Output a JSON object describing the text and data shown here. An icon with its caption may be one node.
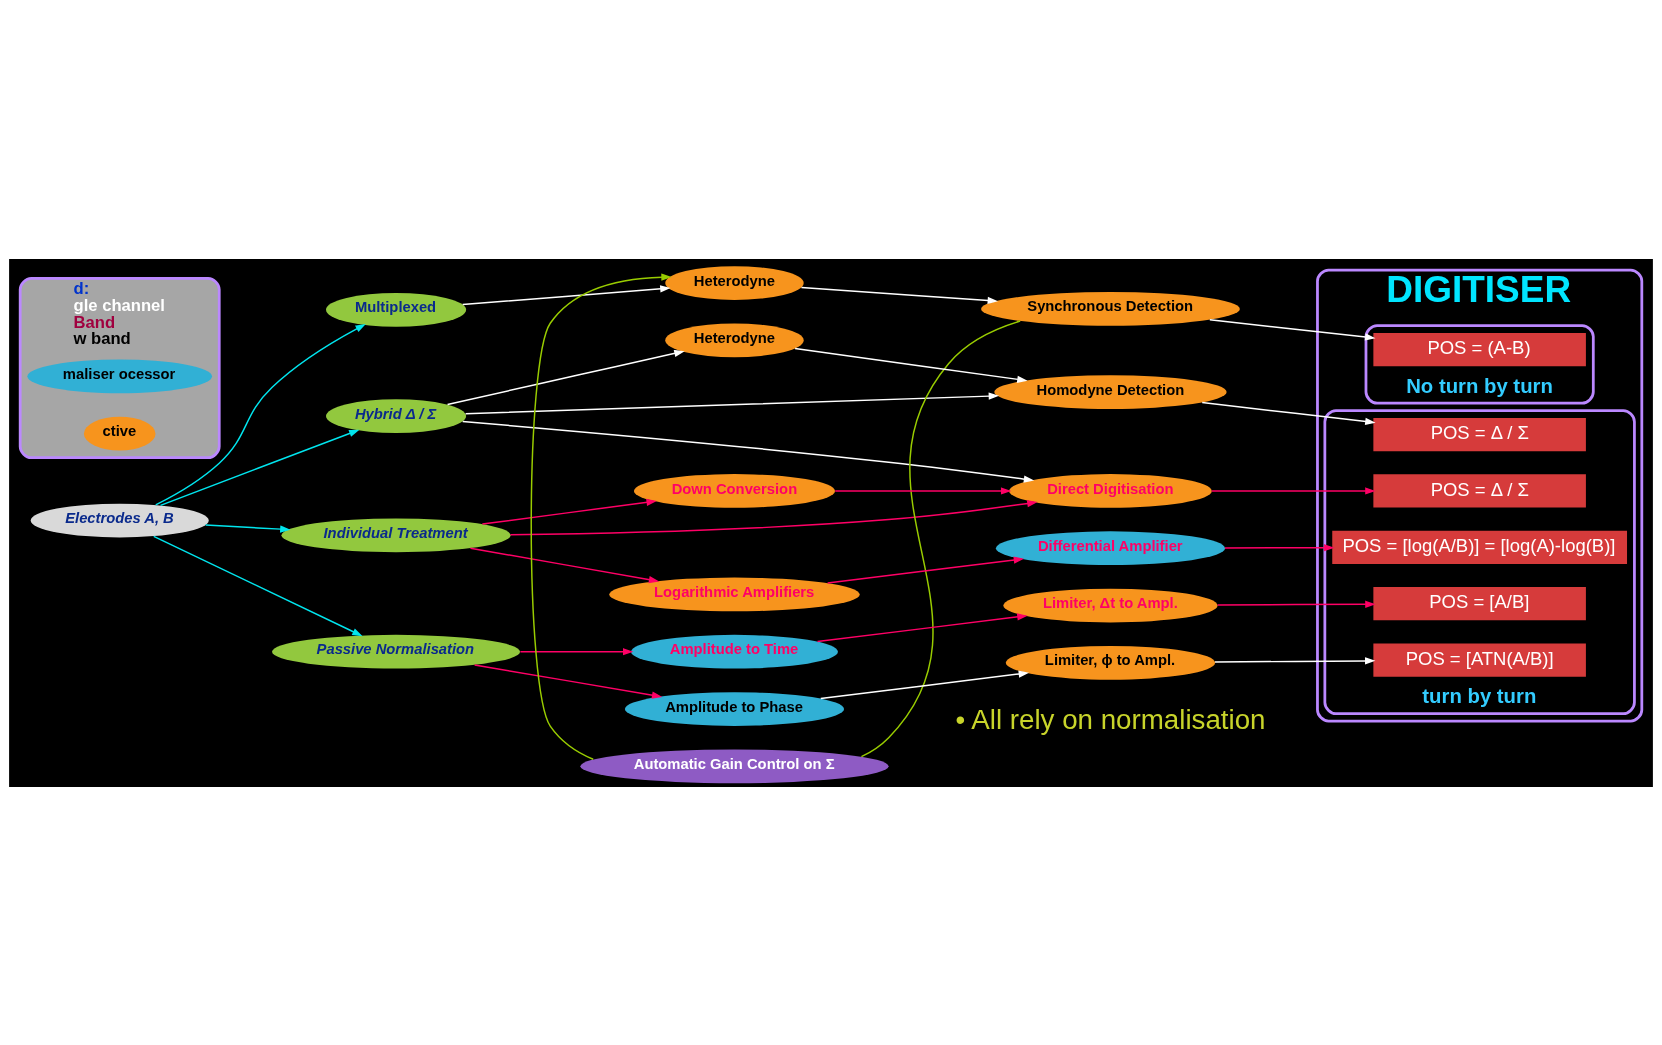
{
  "diagram": {
    "nodes": [
      {
        "text": [
          "Electrodes A, B"
        ]
      },
      {
        "text": [
          "Multiplexed"
        ]
      },
      {
        "text": [
          "Hybrid Δ / Σ"
        ]
      },
      {
        "text": [
          "Individual Treatment"
        ]
      },
      {
        "text": [
          "Passive Normalisation"
        ]
      },
      {
        "text": [
          "Automatic Gain Control on Σ"
        ]
      },
      {
        "text": [
          "Heterodyne"
        ]
      },
      {
        "text": [
          "Synchronous Detection"
        ]
      },
      {
        "text": [
          "Heterodyne"
        ]
      },
      {
        "text": [
          "Homodyne Detection"
        ]
      },
      {
        "text": [
          "Down Conversion"
        ]
      },
      {
        "text": [
          "Direct Digitisation"
        ]
      },
      {
        "text": [
          "Logarithmic Amplifiers"
        ]
      },
      {
        "text": [
          "Differential Amplifier"
        ]
      },
      {
        "text": [
          "Amplitude to Time"
        ]
      },
      {
        "text": [
          "Limiter, Δt to Ampl."
        ]
      },
      {
        "text": [
          "Amplitude to Phase"
        ]
      },
      {
        "text": [
          "Limiter, ϕ to Ampl."
        ]
      },
      {
        "text": [
          "DIGITISER"
        ]
      },
      {
        "text": [
          "No turn by turn"
        ],
        "in": 18
      },
      {
        "text": [
          "POS = (A-B)"
        ],
        "in": 19
      },
      {
        "text": [
          "turn by turn"
        ],
        "in": 18
      },
      {
        "text": [
          "POS = Δ / Σ"
        ],
        "in": 21
      },
      {
        "text": [
          "POS = Δ / Σ"
        ],
        "in": 21
      },
      {
        "text": [
          "POS = [log(A/B)] = [log(A)-log(B)]"
        ],
        "in": 21
      },
      {
        "text": [
          "POS = [A/B]"
        ],
        "in": 21
      },
      {
        "text": [
          "POS = [ATN(A/B)]"
        ],
        "in": 21
      },
      {
        "text": [
          "d:",
          "gle channel",
          "Band",
          "w band"
        ]
      },
      {
        "text": [
          "maliser ocessor"
        ],
        "in": 27
      },
      {
        "text": [
          "ctive"
        ],
        "in": 27
      }
    ],
    "edges": [
      {
        "from": 0,
        "to": 1,
        "arrow": "to",
        "color": "#00e5ee"
      },
      {
        "from": 0,
        "to": 2,
        "arrow": "to",
        "color": "#00e5ee"
      },
      {
        "from": 0,
        "to": 3,
        "arrow": "to",
        "color": "#00e5ee"
      },
      {
        "from": 0,
        "to": 4,
        "arrow": "to",
        "color": "#00e5ee"
      },
      {
        "from": 1,
        "to": 6,
        "arrow": "to",
        "color": "#ffffff"
      },
      {
        "from": 6,
        "to": 7,
        "arrow": "to",
        "color": "#ffffff"
      },
      {
        "from": 7,
        "to": 5,
        "arrow": "none",
        "color": "#99cc00"
      },
      {
        "from": 5,
        "to": 6,
        "arrow": "to",
        "color": "#99cc00"
      },
      {
        "from": 7,
        "to": 20,
        "arrow": "to",
        "color": "#ffffff"
      },
      {
        "from": 2,
        "to": 8,
        "arrow": "to",
        "color": "#ffffff"
      },
      {
        "from": 2,
        "to": 9,
        "arrow": "to",
        "color": "#ffffff"
      },
      {
        "from": 2,
        "to": 11,
        "arrow": "to",
        "color": "#ffffff"
      },
      {
        "from": 8,
        "to": 9,
        "arrow": "to",
        "color": "#ffffff"
      },
      {
        "from": 9,
        "to": 22,
        "arrow": "to",
        "color": "#ffffff"
      },
      {
        "from": 3,
        "to": 11,
        "arrow": "to"
      },
      {
        "from": 3,
        "to": 10,
        "arrow": "to"
      },
      {
        "from": 3,
        "to": 12,
        "arrow": "to"
      },
      {
        "from": 10,
        "to": 11,
        "arrow": "to"
      },
      {
        "from": 11,
        "to": 23,
        "arrow": "to"
      },
      {
        "from": 12,
        "to": 13,
        "arrow": "to"
      },
      {
        "from": 13,
        "to": 24,
        "arrow": "to"
      },
      {
        "from": 4,
        "to": 14,
        "arrow": "to"
      },
      {
        "from": 14,
        "to": 15,
        "arrow": "to"
      },
      {
        "from": 15,
        "to": 25,
        "arrow": "to"
      },
      {
        "from": 4,
        "to": 16,
        "arrow": "to"
      },
      {
        "from": 16,
        "to": 17,
        "arrow": "to",
        "color": "#ffffff"
      },
      {
        "from": 17,
        "to": 26,
        "arrow": "to",
        "color": "#ffffff"
      }
    ],
    "labels": [
      "• All rely on normalisation"
    ]
  }
}
